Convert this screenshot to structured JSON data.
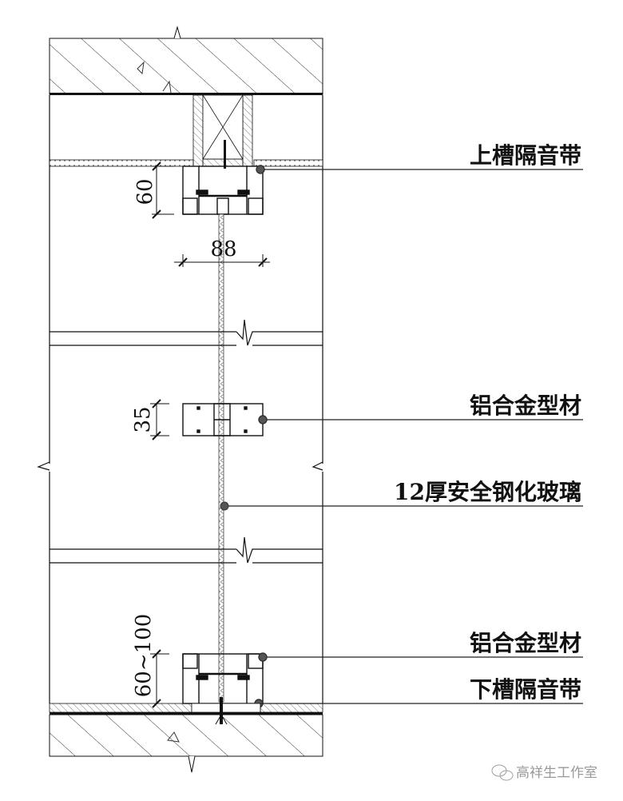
{
  "drawing": {
    "title": "玻璃隔断节点剖面",
    "callouts": [
      {
        "id": "upper-acoustic-strip",
        "text": "上槽隔音带"
      },
      {
        "id": "aluminum-profile-mid",
        "text": "铝合金型材"
      },
      {
        "id": "tempered-glass",
        "text": "12厚安全钢化玻璃"
      },
      {
        "id": "aluminum-profile-bottom",
        "text": "铝合金型材"
      },
      {
        "id": "lower-acoustic-strip",
        "text": "下槽隔音带"
      }
    ],
    "dimensions": {
      "top_channel_height": "60",
      "channel_width": "88",
      "mid_profile_height": "35",
      "bottom_channel_height": "60~100"
    },
    "colors": {
      "line": "#111111",
      "hatch": "#333333",
      "glass": "#8a8a8a",
      "watermark": "#9a9a9a"
    }
  },
  "watermark": {
    "icon": "wechat-icon",
    "text": "高祥生工作室"
  }
}
